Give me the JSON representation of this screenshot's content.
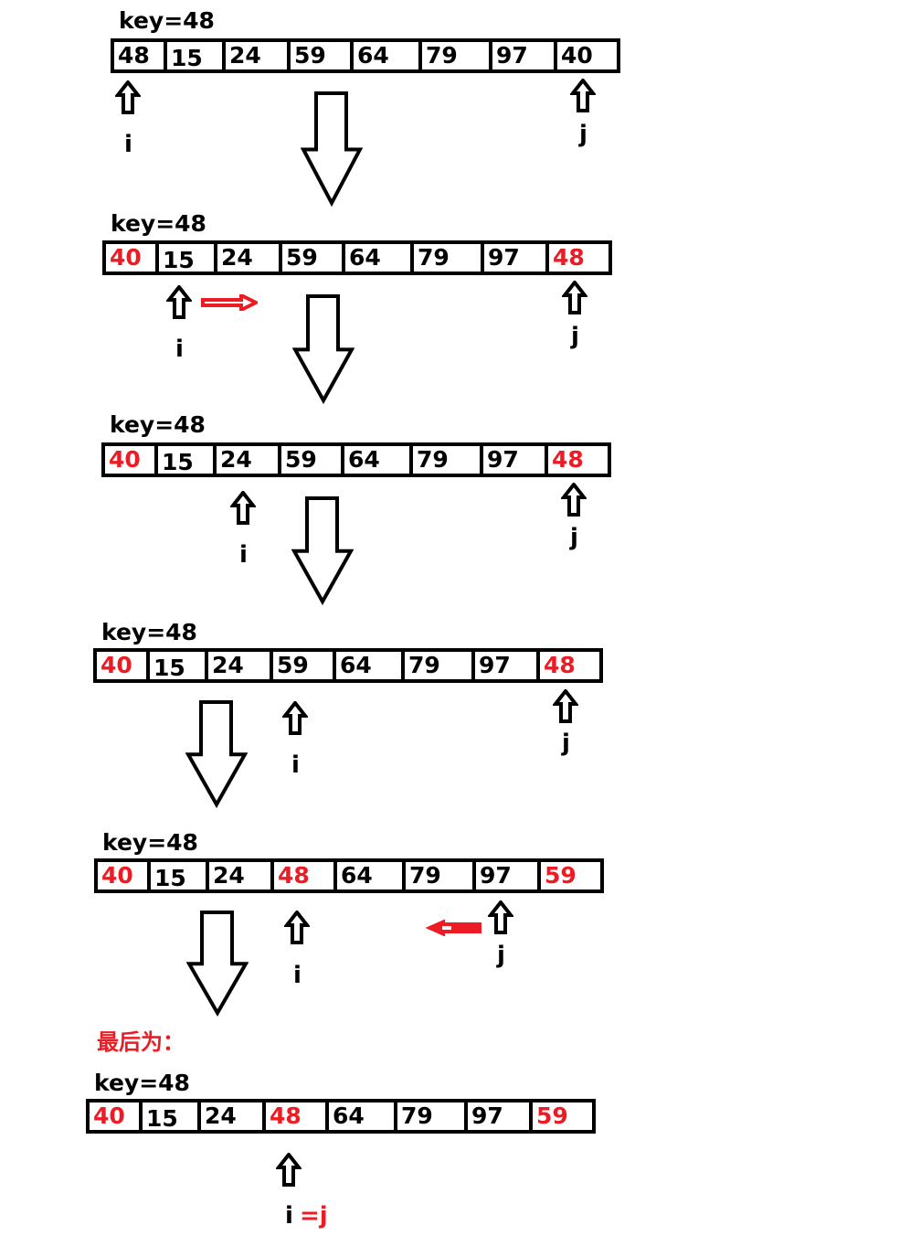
{
  "colors": {
    "highlight": "#ed1c24",
    "normal": "#000000"
  },
  "stages": [
    {
      "key_label": "key=48",
      "cells": [
        {
          "v": "48",
          "red": false
        },
        {
          "v": "15",
          "red": false
        },
        {
          "v": "24",
          "red": false
        },
        {
          "v": "59",
          "red": false
        },
        {
          "v": "64",
          "red": false
        },
        {
          "v": "79",
          "red": false
        },
        {
          "v": "97",
          "red": false
        },
        {
          "v": "40",
          "red": false
        }
      ],
      "i_label": "i",
      "j_label": "j",
      "move_arrow": null
    },
    {
      "key_label": "key=48",
      "cells": [
        {
          "v": "40",
          "red": true
        },
        {
          "v": "15",
          "red": false
        },
        {
          "v": "24",
          "red": false
        },
        {
          "v": "59",
          "red": false
        },
        {
          "v": "64",
          "red": false
        },
        {
          "v": "79",
          "red": false
        },
        {
          "v": "97",
          "red": false
        },
        {
          "v": "48",
          "red": true
        }
      ],
      "i_label": "i",
      "j_label": "j",
      "move_arrow": "right"
    },
    {
      "key_label": "key=48",
      "cells": [
        {
          "v": "40",
          "red": true
        },
        {
          "v": "15",
          "red": false
        },
        {
          "v": "24",
          "red": false
        },
        {
          "v": "59",
          "red": false
        },
        {
          "v": "64",
          "red": false
        },
        {
          "v": "79",
          "red": false
        },
        {
          "v": "97",
          "red": false
        },
        {
          "v": "48",
          "red": true
        }
      ],
      "i_label": "i",
      "j_label": "j",
      "move_arrow": null
    },
    {
      "key_label": "key=48",
      "cells": [
        {
          "v": "40",
          "red": true
        },
        {
          "v": "15",
          "red": false
        },
        {
          "v": "24",
          "red": false
        },
        {
          "v": "59",
          "red": false
        },
        {
          "v": "64",
          "red": false
        },
        {
          "v": "79",
          "red": false
        },
        {
          "v": "97",
          "red": false
        },
        {
          "v": "48",
          "red": true
        }
      ],
      "i_label": "i",
      "j_label": "j",
      "move_arrow": null
    },
    {
      "key_label": "key=48",
      "cells": [
        {
          "v": "40",
          "red": true
        },
        {
          "v": "15",
          "red": false
        },
        {
          "v": "24",
          "red": false
        },
        {
          "v": "48",
          "red": true
        },
        {
          "v": "64",
          "red": false
        },
        {
          "v": "79",
          "red": false
        },
        {
          "v": "97",
          "red": false
        },
        {
          "v": "59",
          "red": true
        }
      ],
      "i_label": "i",
      "j_label": "j",
      "move_arrow": "left"
    },
    {
      "key_label": "key=48",
      "cells": [
        {
          "v": "40",
          "red": true
        },
        {
          "v": "15",
          "red": false
        },
        {
          "v": "24",
          "red": false
        },
        {
          "v": "48",
          "red": true
        },
        {
          "v": "64",
          "red": false
        },
        {
          "v": "79",
          "red": false
        },
        {
          "v": "97",
          "red": false
        },
        {
          "v": "59",
          "red": true
        }
      ],
      "i_label": "i",
      "j_label": "=j",
      "move_arrow": null
    }
  ],
  "final_title": "最后为："
}
